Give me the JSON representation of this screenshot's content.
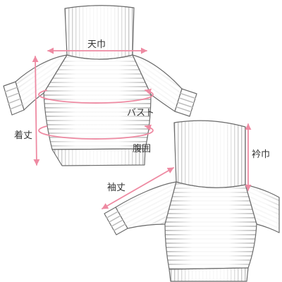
{
  "front_view": {
    "top_width": "天巾",
    "length": "着丈",
    "bust": "バスト",
    "waist": "腹囲"
  },
  "back_view": {
    "collar_width": "衿巾",
    "sleeve_length": "袖丈"
  },
  "colors": {
    "measure": "#ee8aa2",
    "outline": "#6b6b6b",
    "stripe": "#b9b9b9",
    "label": "#333333"
  }
}
